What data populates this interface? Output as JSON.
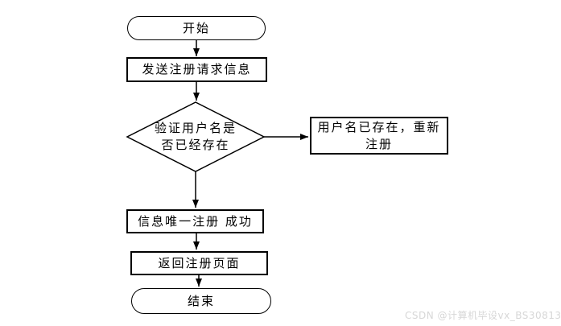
{
  "colors": {
    "shape_stroke": "#000000",
    "shape_fill": "#ffffff",
    "text": "#000000",
    "watermark_text": "#d7d7d7"
  },
  "flowchart": {
    "type": "flowchart",
    "nodes": {
      "start": {
        "type": "terminator",
        "label": "开始"
      },
      "send_request": {
        "type": "process",
        "label": "发送注册请求信息"
      },
      "verify_username": {
        "type": "decision",
        "label": "验证用户名是\n否已经存在"
      },
      "username_exists": {
        "type": "process",
        "label": "用户名已存在，重新\n注册"
      },
      "register_success": {
        "type": "process",
        "label": "信息唯一注册 成功"
      },
      "return_page": {
        "type": "process",
        "label": "返回注册页面"
      },
      "end": {
        "type": "terminator",
        "label": "结束"
      }
    },
    "edges": [
      {
        "from": "start",
        "to": "send_request",
        "label": ""
      },
      {
        "from": "send_request",
        "to": "verify_username",
        "label": ""
      },
      {
        "from": "verify_username",
        "to": "username_exists",
        "label": ""
      },
      {
        "from": "verify_username",
        "to": "register_success",
        "label": ""
      },
      {
        "from": "register_success",
        "to": "return_page",
        "label": ""
      },
      {
        "from": "return_page",
        "to": "end",
        "label": ""
      }
    ]
  },
  "watermark": {
    "text": "CSDN @计算机毕设vx_BS30813"
  }
}
